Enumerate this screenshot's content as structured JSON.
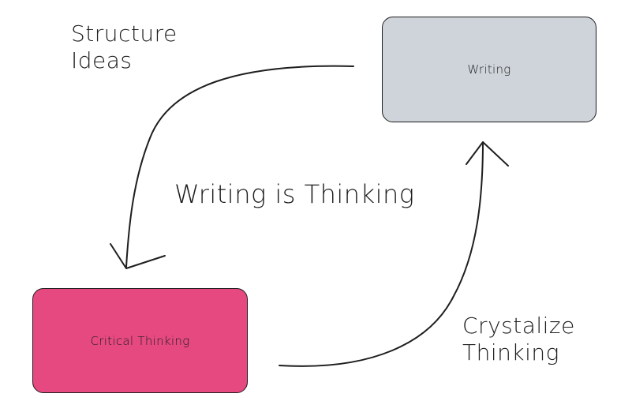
{
  "diagram": {
    "nodes": {
      "writing": {
        "label": "Writing",
        "fill": "#ced4da"
      },
      "critical_thinking": {
        "label": "Critical Thinking",
        "fill": "#e64980"
      }
    },
    "edges": [
      {
        "from": "writing",
        "to": "critical_thinking",
        "label_lines": [
          "Structure",
          "Ideas"
        ]
      },
      {
        "from": "critical_thinking",
        "to": "writing",
        "label_lines": [
          "Crystalize",
          "Thinking"
        ]
      }
    ],
    "center_text": "Writing is Thinking",
    "stroke_color": "#1e1e1e"
  }
}
